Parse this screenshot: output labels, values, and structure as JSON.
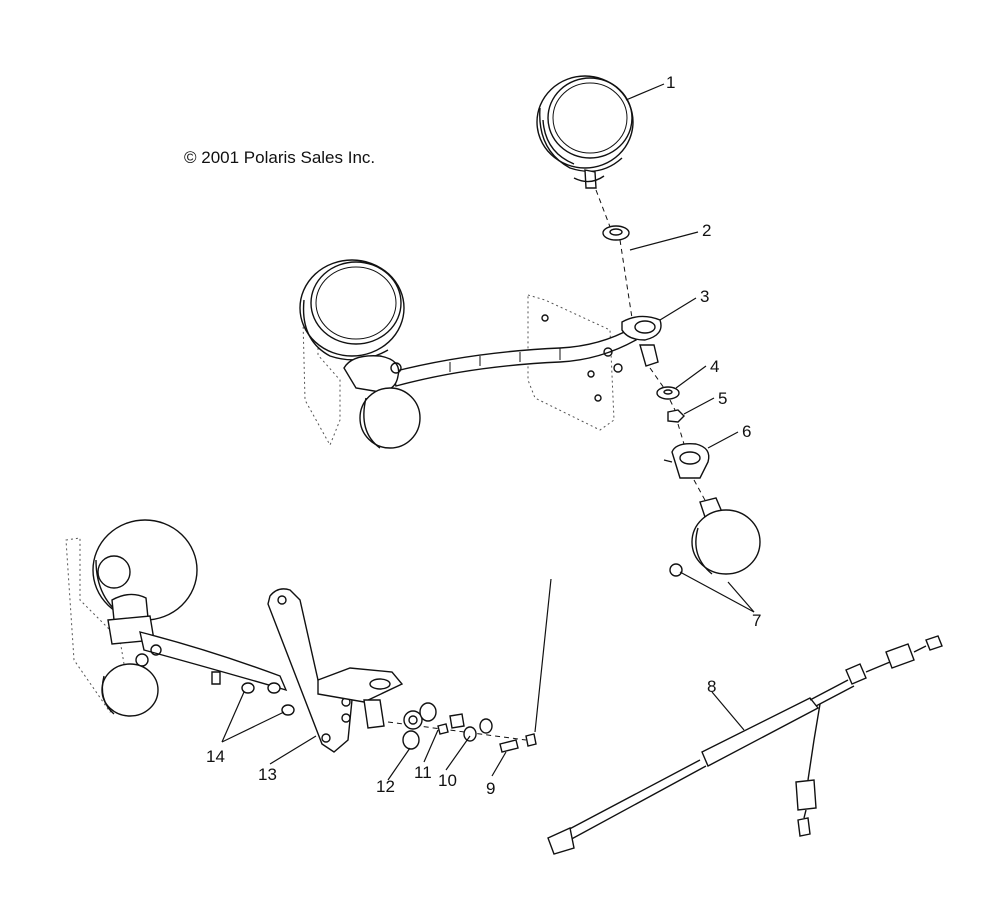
{
  "copyright": "© 2001 Polaris Sales Inc.",
  "callouts": [
    "1",
    "2",
    "3",
    "4",
    "5",
    "6",
    "7",
    "8",
    "9",
    "10",
    "11",
    "12",
    "13",
    "14"
  ]
}
